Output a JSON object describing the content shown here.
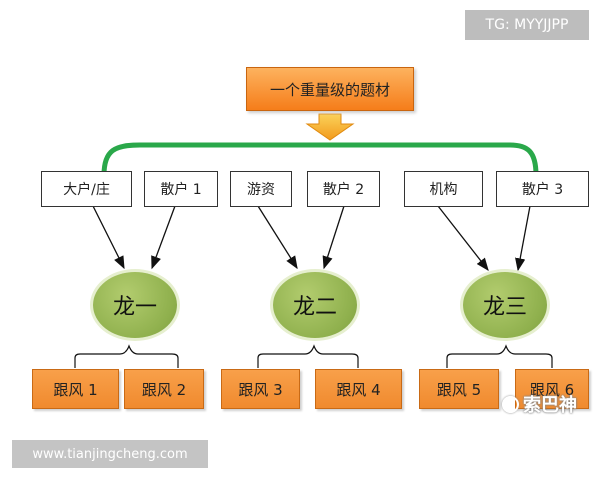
{
  "watermark_top": "TG: MYYJJPP",
  "watermark_url": "www.tianjingcheng.com",
  "watermark_brand": "索巴神",
  "title": "一个重量级的题材",
  "participants": [
    "大户/庄",
    "散户 1",
    "游资",
    "散户 2",
    "机构",
    "散户 3"
  ],
  "dragons": [
    "龙一",
    "龙二",
    "龙三"
  ],
  "followers": [
    "跟风 1",
    "跟风 2",
    "跟风 3",
    "跟风 4",
    "跟风 5",
    "跟风 6"
  ],
  "colors": {
    "title_fill": "#f8953a",
    "connector_green": "#2aa84a",
    "dragon_fill": "#9dbb58",
    "follower_fill": "#f39a41"
  }
}
